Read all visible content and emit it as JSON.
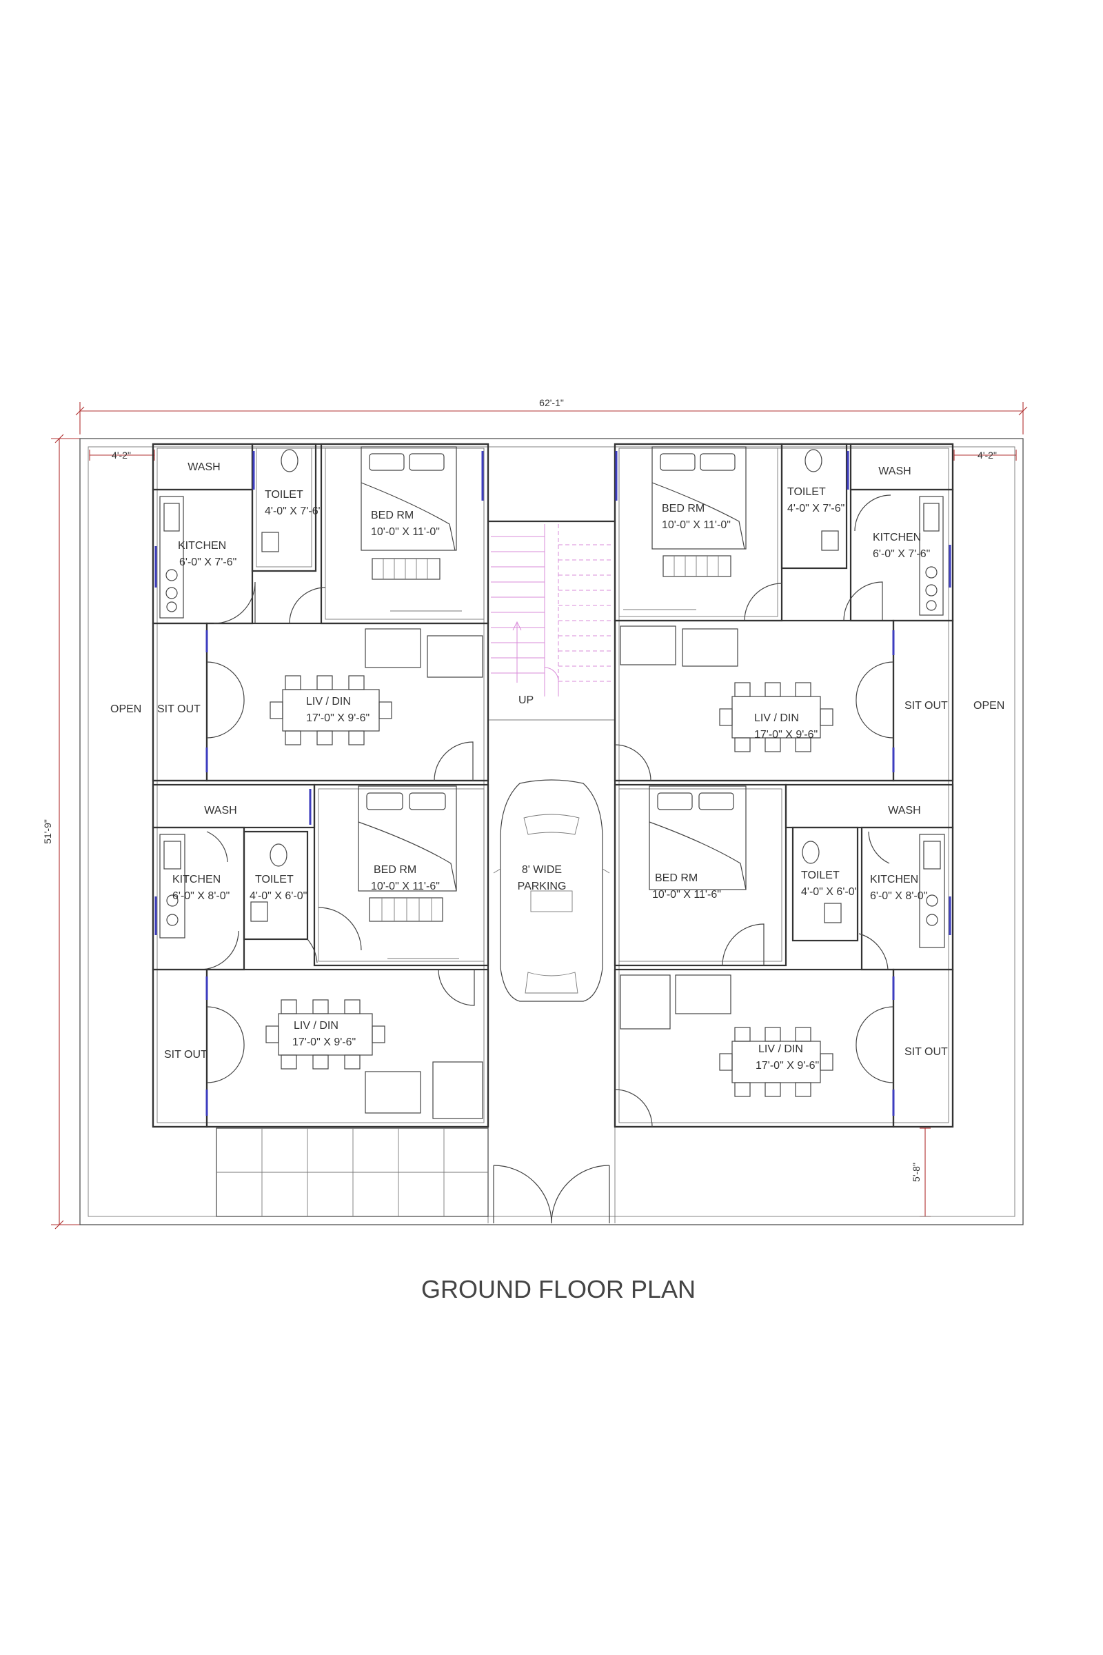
{
  "plan": {
    "title": "GROUND FLOOR PLAN",
    "dimensions": {
      "overall_width": "62'-1\"",
      "overall_depth": "51'-9\"",
      "left_open_width": "4'-2\"",
      "right_open_width": "4'-2\"",
      "front_setback": "5'-8\""
    },
    "rooms": {
      "wash_tl": "WASH",
      "toilet_tl": "TOILET",
      "toilet_tl_size": "4'-0\" X 7'-6\"",
      "bed_tl": "BED RM",
      "bed_tl_size": "10'-0\" X 11'-0\"",
      "kitchen_tl": "KITCHEN",
      "kitchen_tl_size": "6'-0\" X 7'-6\"",
      "open_left": "OPEN",
      "sitout_tl": "SIT OUT",
      "livdin_tl": "LIV / DIN",
      "livdin_tl_size": "17'-0\" X 9'-6\"",
      "bed_tr": "BED RM",
      "bed_tr_size": "10'-0\" X 11'-0\"",
      "toilet_tr": "TOILET",
      "toilet_tr_size": "4'-0\" X 7'-6\"",
      "wash_tr": "WASH",
      "kitchen_tr": "KITCHEN",
      "kitchen_tr_size": "6'-0\" X 7'-6\"",
      "livdin_tr": "LIV / DIN",
      "livdin_tr_size": "17'-0\" X 9'-6\"",
      "sitout_tr": "SIT OUT",
      "open_right": "OPEN",
      "stair_up": "UP",
      "wash_bl": "WASH",
      "kitchen_bl": "KITCHEN",
      "kitchen_bl_size": "6'-0\" X 8'-0\"",
      "toilet_bl": "TOILET",
      "toilet_bl_size": "4'-0\" X 6'-0\"",
      "bed_bl": "BED RM",
      "bed_bl_size": "10'-0\" X 11'-6\"",
      "parking_1": "8' WIDE",
      "parking_2": "PARKING",
      "bed_br": "BED RM",
      "bed_br_size": "10'-0\" X 11'-6\"",
      "toilet_br": "TOILET",
      "toilet_br_size": "4'-0\" X 6'-0\"",
      "wash_br": "WASH",
      "kitchen_br": "KITCHEN",
      "kitchen_br_size": "6'-0\" X 8'-0\"",
      "sitout_bl": "SIT OUT",
      "livdin_bl": "LIV / DIN",
      "livdin_bl_size": "17'-0\" X 9'-6\"",
      "livdin_br": "LIV / DIN",
      "livdin_br_size": "17'-0\" X 9'-6\"",
      "sitout_br": "SIT OUT"
    },
    "colors": {
      "wall": "#333333",
      "dimension": "#b03030",
      "window": "#3d3dbf",
      "stair": "#d98bd9"
    }
  }
}
